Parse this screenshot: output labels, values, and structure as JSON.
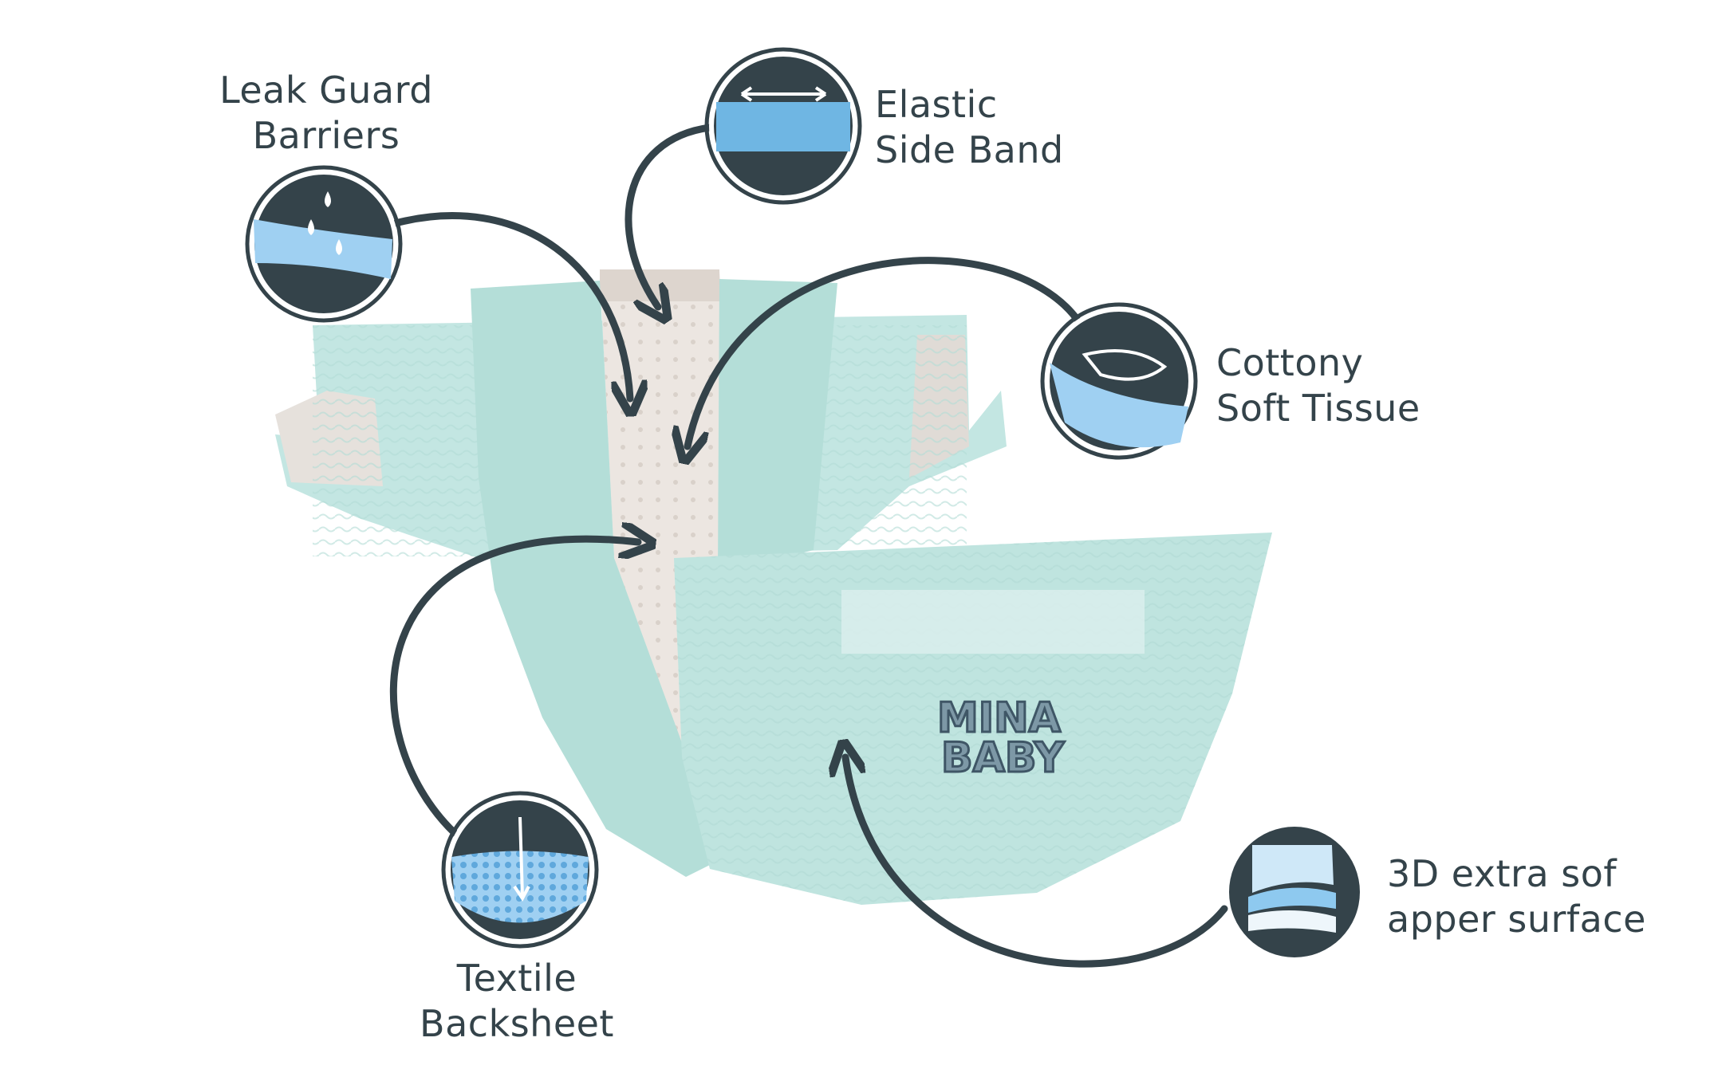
{
  "colors": {
    "dark": "#34434a",
    "mint": "#c3e6e2",
    "mint_dark": "#9fd3cd",
    "liner": "#ece6e1",
    "blue": "#8ec9ef"
  },
  "brand": {
    "line1": "MINA",
    "line2": "BABY"
  },
  "features": [
    {
      "icon": "droplets-icon",
      "line1": "Leak Guard",
      "line2": "Barriers"
    },
    {
      "icon": "elastic-band-icon",
      "line1": "Elastic",
      "line2": "Side Band"
    },
    {
      "icon": "feather-icon",
      "line1": "Cottony",
      "line2": "Soft Tissue"
    },
    {
      "icon": "backsheet-arrow-icon",
      "line1": "Textile",
      "line2": "Backsheet"
    },
    {
      "icon": "layers-icon",
      "line1": "3D extra sof",
      "line2": "apper surface"
    }
  ]
}
